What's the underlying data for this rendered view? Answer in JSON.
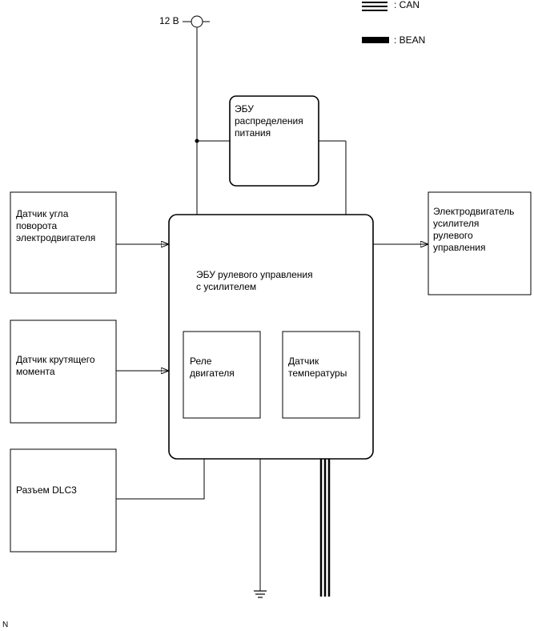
{
  "legend": {
    "can_label": ": CAN",
    "bean_label": ": BEAN"
  },
  "power": {
    "label": "12 В"
  },
  "blocks": {
    "power_ecu": "ЭБУ\nраспределения\nпитания",
    "angle_sensor": "Датчик угла\nповорота\nэлектродвигателя",
    "torque_sensor": "Датчик крутящего\nмомента",
    "dlc3": "Разъем DLC3",
    "eps_ecu": "ЭБУ рулевого управления\nс усилителем",
    "motor_relay": "Реле\nдвигателя",
    "temp_sensor": "Датчик\nтемпературы",
    "motor": "Электродвигатель\nусилителя\nрулевого\nуправления"
  },
  "footer": {
    "code": "N"
  }
}
